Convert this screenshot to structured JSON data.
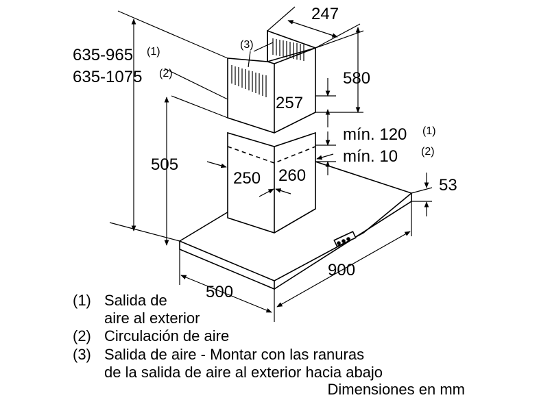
{
  "dimensions": {
    "width_top": "247",
    "height_top_part": "580",
    "depth_top_part": "257",
    "total_height_1": "635-965",
    "total_height_1_ref": "(1)",
    "total_height_2": "635-1075",
    "total_height_2_ref": "(2)",
    "chimney_height": "505",
    "chimney_width": "250",
    "chimney_depth": "260",
    "min_gap_1": "mín. 120",
    "min_gap_1_ref": "(1)",
    "min_gap_2": "mín. 10",
    "min_gap_2_ref": "(2)",
    "hood_thickness": "53",
    "hood_width": "900",
    "hood_depth": "500",
    "outlet_ref": "(3)"
  },
  "legend": [
    {
      "num": "(1)",
      "text": "Salida de"
    },
    {
      "num": "",
      "text": "aire al exterior"
    },
    {
      "num": "(2)",
      "text": "Circulación de aire"
    },
    {
      "num": "(3)",
      "text": "Salida de aire - Montar con las ranuras"
    },
    {
      "num": "",
      "text": "de la salida de aire al exterior hacia abajo"
    }
  ],
  "footer": "Dimensiones en mm"
}
